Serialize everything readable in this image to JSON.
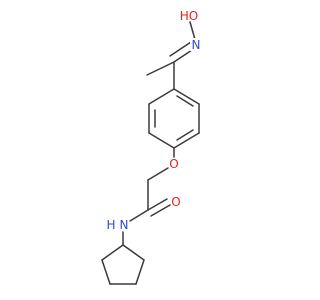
{
  "molecule": {
    "atoms": {
      "hydroxyl": {
        "text": "HO",
        "color": "#e8231e"
      },
      "oxime_n": {
        "text": "N",
        "color": "#2d4bd6"
      },
      "ether_o": {
        "text": "O",
        "color": "#e8231e"
      },
      "carbonyl_o": {
        "text": "O",
        "color": "#e8231e"
      },
      "amide_n": {
        "text": "N",
        "color": "#2d4bd6"
      },
      "amide_h": {
        "text": "H",
        "color": "#2d4bd6"
      }
    },
    "bond_color": "#3a3a3a"
  }
}
